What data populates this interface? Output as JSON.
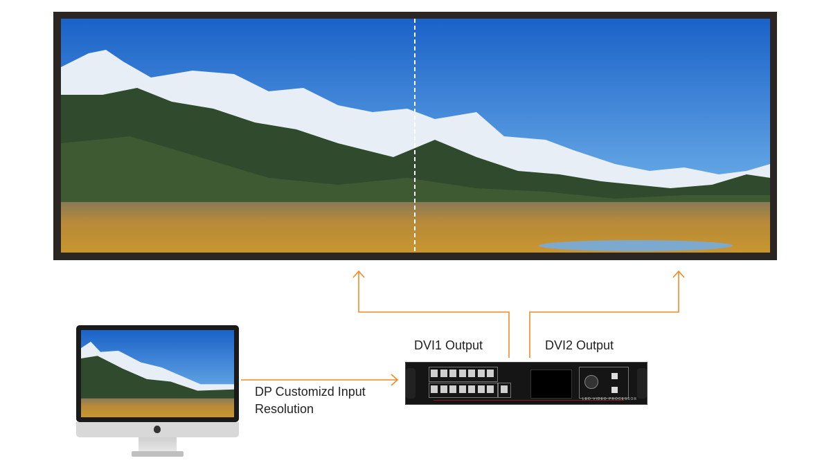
{
  "labels": {
    "dvi1": "DVI1 Output",
    "dvi2": "DVI2 Output",
    "input_line1": "DP Customizd Input",
    "input_line2": "Resolution"
  },
  "device": {
    "name": "LED VIDEO PROCESSOR"
  },
  "colors": {
    "arrow": "#f08a24",
    "sky_top": "#1f6fd1",
    "sky_bottom": "#7fc0f0",
    "frame": "#2b2623"
  }
}
